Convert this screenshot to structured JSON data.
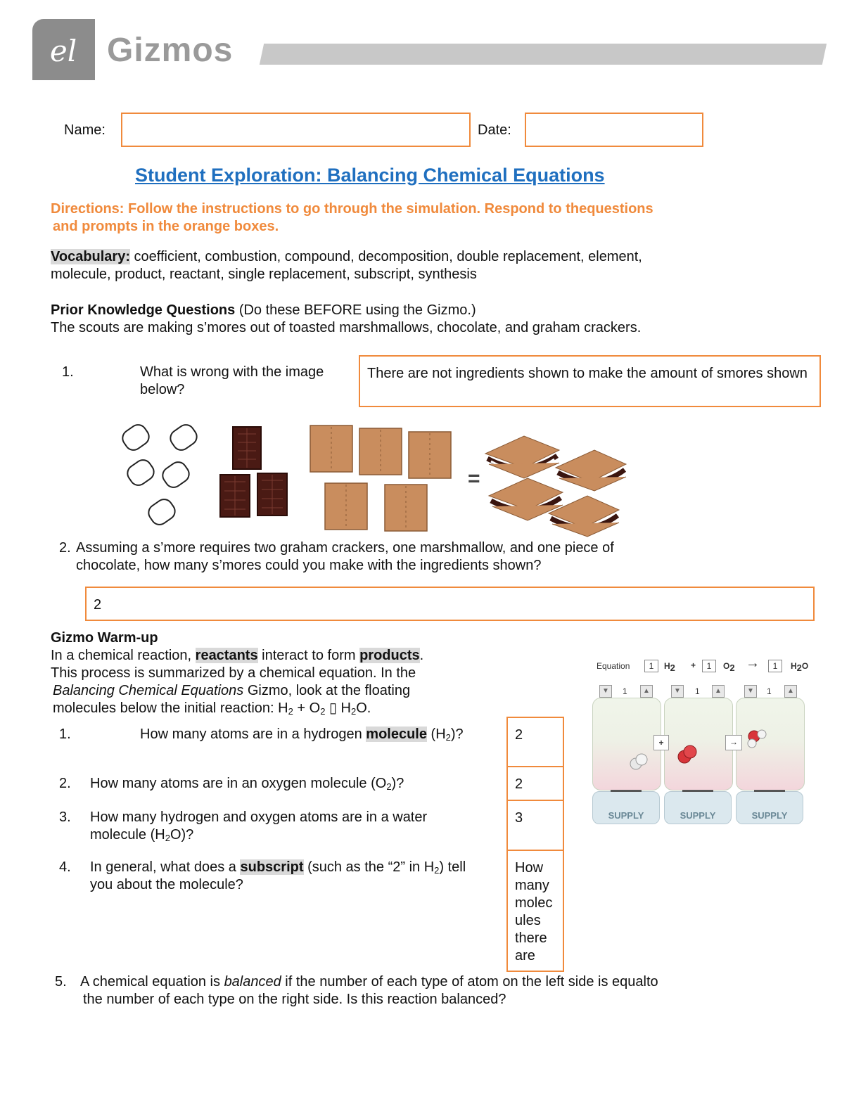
{
  "header": {
    "brand": "Gizmos"
  },
  "form": {
    "name_label": "Name:",
    "name_value": "",
    "date_label": "Date:",
    "date_value": ""
  },
  "title": "Student Exploration: Balancing Chemical Equations",
  "directions": {
    "line1": "Directions: Follow the instructions to go through the simulation. Respond to thequestions",
    "line2": "and prompts in the orange boxes."
  },
  "vocabulary": {
    "label": "Vocabulary:",
    "line1": " coefficient, combustion, compound, decomposition, double replacement, element,",
    "line2": "molecule, product, reactant, single replacement, subscript, synthesis"
  },
  "prior": {
    "heading": "Prior Knowledge Questions",
    "heading_note": " (Do these BEFORE using the Gizmo.)",
    "intro": "The scouts are making s’mores out of toasted marshmallows, chocolate, and graham crackers.",
    "q1_num": "1.",
    "q1_line1": "What is wrong with the image",
    "q1_line2": "below?",
    "q1_answer": "There are not ingredients shown to make the amount of smores shown",
    "equals": "=",
    "q2_num": "2.",
    "q2_line1": "Assuming a s’more requires two graham crackers, one marshmallow, and one piece of",
    "q2_line2": "chocolate, how many s’mores could you make with the ingredients shown?",
    "q2_answer": "2"
  },
  "warmup": {
    "heading": "Gizmo Warm-up",
    "p1_a": "In a chemical reaction, ",
    "p1_b": "reactants",
    "p1_c": " interact to form ",
    "p1_d": "products",
    "p1_e": ".",
    "p2": "This process is summarized by a chemical equation. In the",
    "p3_a": "Balancing Chemical Equations",
    "p3_b": " Gizmo, look at the floating",
    "p4_a": "molecules below the initial reaction: H",
    "p4_b": " + O",
    "p4_c": " ▯ H",
    "p4_d": "O.",
    "q1_num": "1.",
    "q1_a": "How many atoms are in a hydrogen ",
    "q1_b": "molecule",
    "q1_c": " (H",
    "q1_d": ")?",
    "q1_answer": "2",
    "q2_num": "2.",
    "q2_a": "How many atoms are in an oxygen molecule (O",
    "q2_b": ")?",
    "q2_answer": "2",
    "q3_num": "3.",
    "q3_line1": "How many hydrogen and oxygen atoms are in a water",
    "q3_a": "molecule (H",
    "q3_b": "O)?",
    "q3_answer": "3",
    "q4_num": "4.",
    "q4_a": "In general, what does a ",
    "q4_b": "subscript",
    "q4_c": " (such as the “2” in H",
    "q4_d": ") tell",
    "q4_line2": "you about the molecule?",
    "q4_answer": [
      "How",
      "many",
      "molec",
      "ules",
      "there",
      "are"
    ],
    "q5_num": "5.",
    "q5_a": "A chemical equation is ",
    "q5_b": "balanced",
    "q5_c": " if the number of each type of atom on the left side is equalto",
    "q5_line2": "the number of each type on the right side. Is this reaction balanced?",
    "sub2": "2"
  },
  "gizmo": {
    "equation_label": "Equation",
    "coef": [
      "1",
      "1",
      "1"
    ],
    "h2": "H2",
    "o2": "O2",
    "h2o": "H2O",
    "plus": "+",
    "arrow": "→",
    "spinner_values": [
      "1",
      "1",
      "1"
    ],
    "supply_label": "SUPPLY"
  },
  "colors": {
    "orange": "#f08a3c",
    "title_blue": "#1f6fbf",
    "highlight": "#d9d9d9"
  }
}
